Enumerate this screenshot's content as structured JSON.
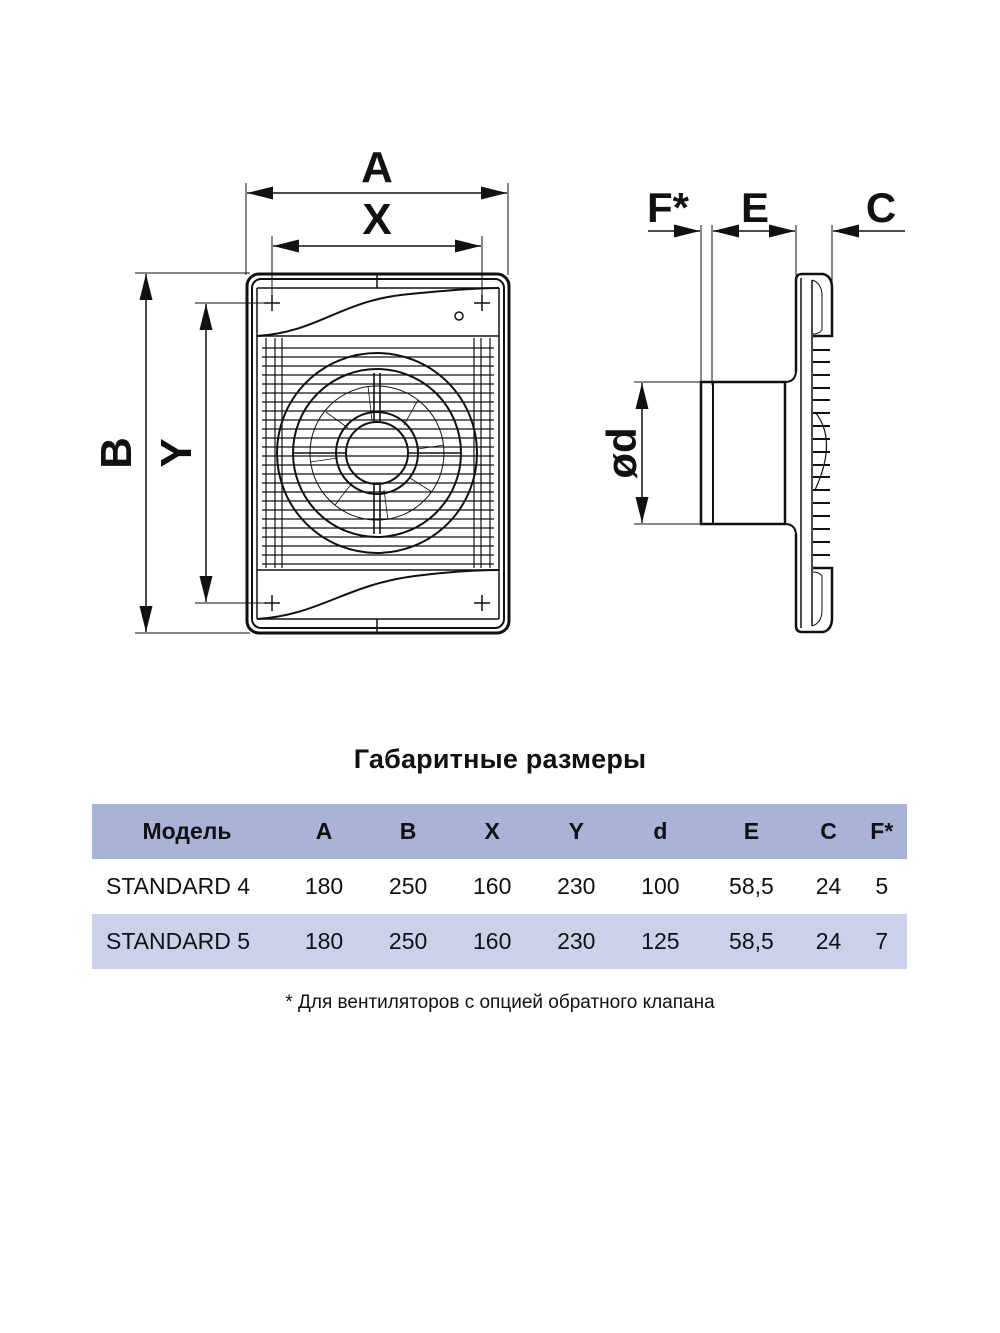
{
  "drawing": {
    "front_view": {
      "labels": {
        "A": "A",
        "X": "X",
        "B": "B",
        "Y": "Y"
      }
    },
    "side_view": {
      "labels": {
        "F": "F*",
        "E": "E",
        "C": "C",
        "d": "ød"
      }
    }
  },
  "table": {
    "title": "Габаритные размеры",
    "header_bg": "#a9b3d6",
    "alt_row_bg": "#cbd1e9",
    "columns": [
      "Модель",
      "A",
      "B",
      "X",
      "Y",
      "d",
      "E",
      "C",
      "F*"
    ],
    "rows": [
      [
        "STANDARD 4",
        "180",
        "250",
        "160",
        "230",
        "100",
        "58,5",
        "24",
        "5"
      ],
      [
        "STANDARD 5",
        "180",
        "250",
        "160",
        "230",
        "125",
        "58,5",
        "24",
        "7"
      ]
    ]
  },
  "footnote": "* Для вентиляторов с опцией обратного клапана"
}
